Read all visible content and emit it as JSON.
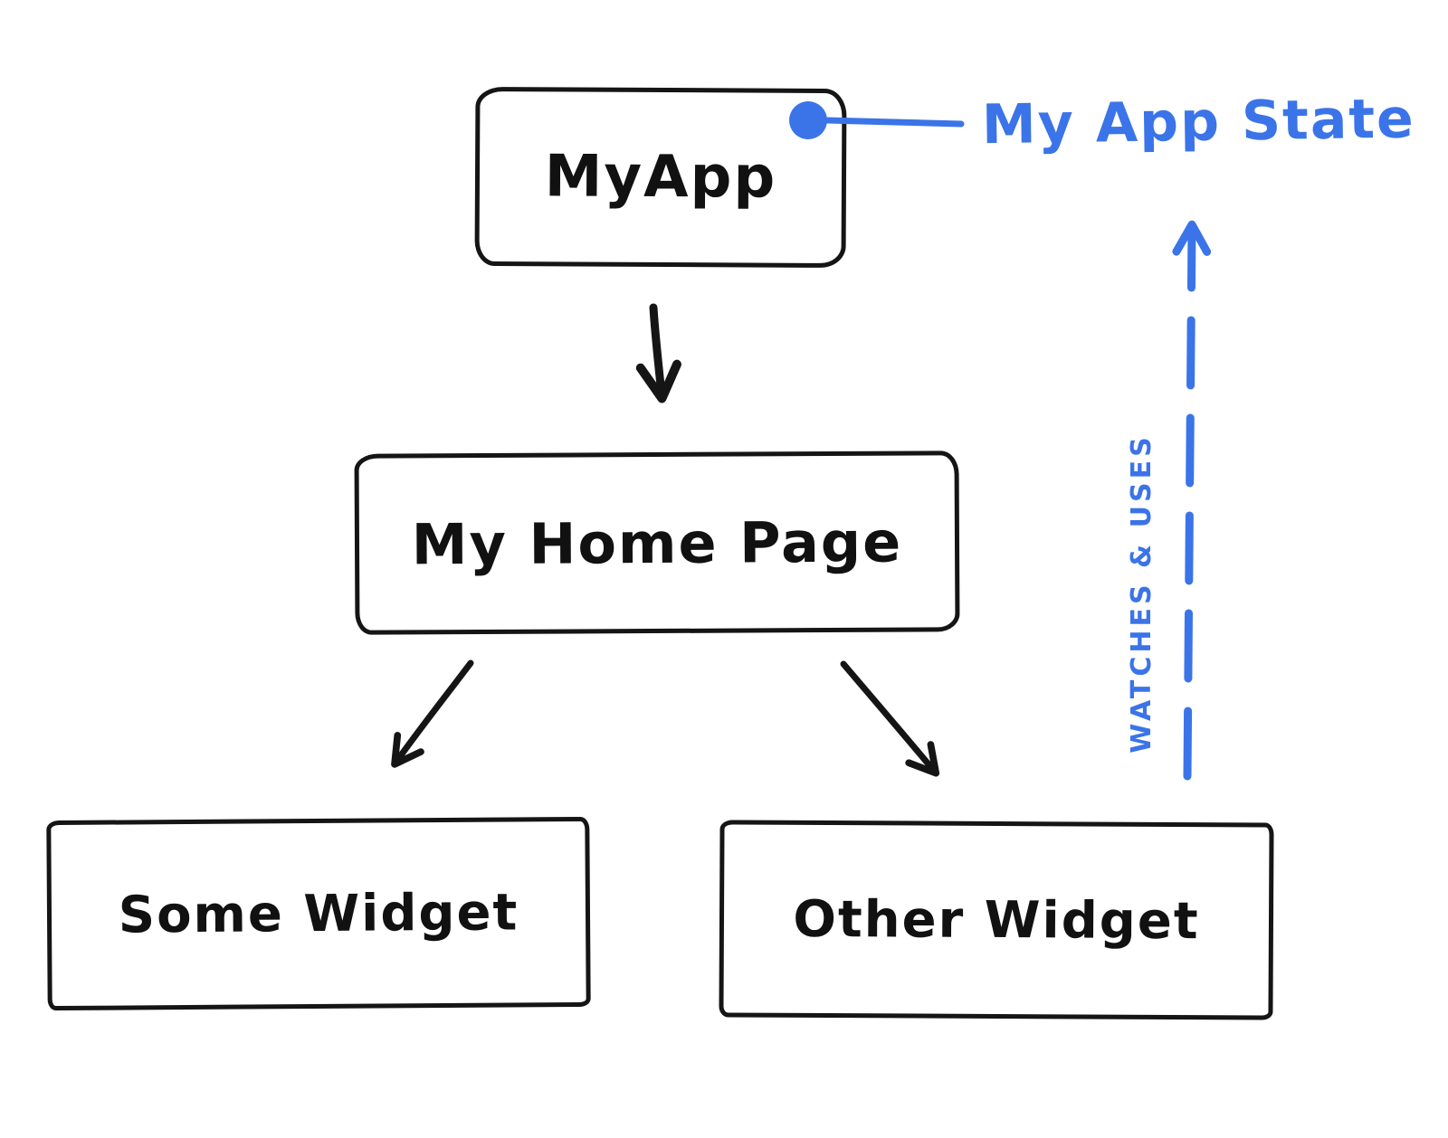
{
  "diagram": {
    "nodes": {
      "my_app": {
        "label": "MyApp"
      },
      "my_home_page": {
        "label": "My Home Page"
      },
      "some_widget": {
        "label": "Some Widget"
      },
      "other_widget": {
        "label": "Other Widget"
      }
    },
    "annotations": {
      "app_state": "My App State",
      "watches_uses": "WATCHES & USES"
    },
    "edges": [
      {
        "from": "my_app",
        "to": "my_home_page",
        "style": "solid",
        "color": "ink"
      },
      {
        "from": "my_home_page",
        "to": "some_widget",
        "style": "solid",
        "color": "ink"
      },
      {
        "from": "my_home_page",
        "to": "other_widget",
        "style": "solid",
        "color": "ink"
      },
      {
        "from": "other_widget",
        "to": "app_state",
        "style": "dashed",
        "color": "accent",
        "label": "WATCHES & USES"
      },
      {
        "from": "my_app",
        "to": "app_state",
        "style": "dot-connector",
        "color": "accent"
      }
    ],
    "colors": {
      "ink": "#111111",
      "accent": "#3b74e8",
      "background": "#ffffff"
    }
  }
}
